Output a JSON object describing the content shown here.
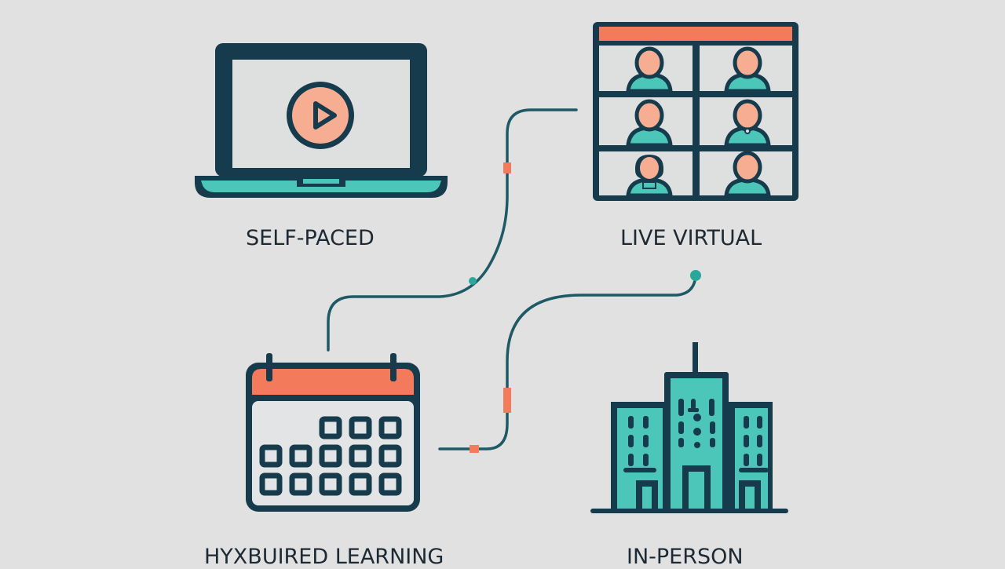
{
  "colors": {
    "background": "#e1e1e1",
    "outline": "#163b4c",
    "teal": "#4cc6b8",
    "coral": "#f47a5c",
    "peach": "#f7ad92",
    "connector": "#1e5a66"
  },
  "nodes": [
    {
      "id": "self-paced",
      "label": "SELF-PACED",
      "icon": "laptop-play-icon"
    },
    {
      "id": "live-virtual",
      "label": "LIVE VIRTUAL",
      "icon": "video-conference-grid-icon"
    },
    {
      "id": "hybrid-learning",
      "label": "HYXBUIRED LEARNING",
      "icon": "calendar-icon"
    },
    {
      "id": "in-person",
      "label": "IN-PERSON",
      "icon": "office-building-icon"
    }
  ],
  "connectors": [
    {
      "from": "hybrid-learning",
      "to": "live-virtual",
      "path": "top-left curve"
    },
    {
      "from": "hybrid-learning",
      "to": "live-virtual",
      "path": "bottom curve"
    }
  ]
}
